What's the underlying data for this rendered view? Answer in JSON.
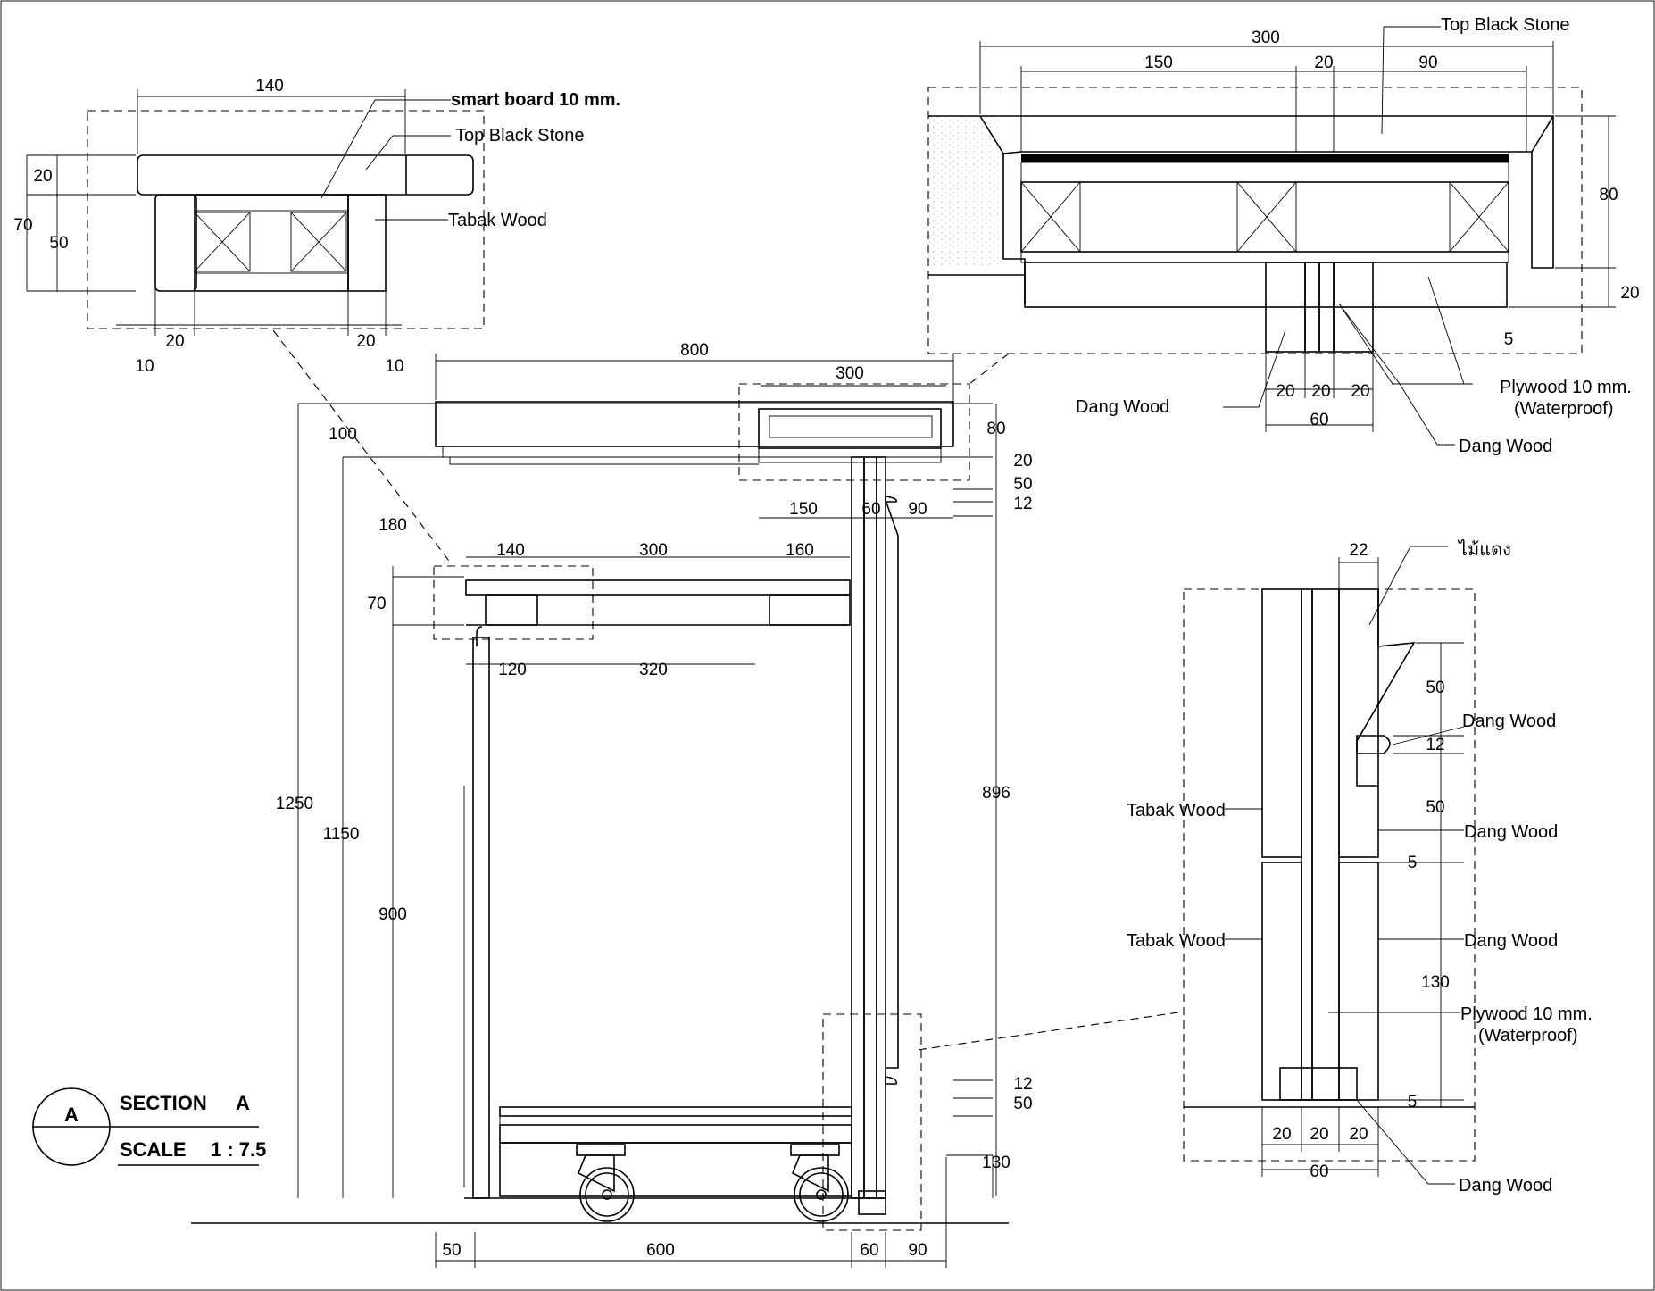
{
  "title_block": {
    "section_letter": "A",
    "section_label": "SECTION",
    "section_id": "A",
    "scale_label": "SCALE",
    "scale_value": "1 : 7.5"
  },
  "labels": {
    "smart_board": "smart board 10 mm.",
    "top_black_stone": "Top Black Stone",
    "tabak_wood": "Tabak Wood",
    "dang_wood": "Dang Wood",
    "plywood": "Plywood 10 mm.",
    "waterproof": "(Waterproof)",
    "mai_daeng": "ไม้แดง"
  },
  "dims": {
    "d140": "140",
    "d20": "20",
    "d70": "70",
    "d50": "50",
    "d10": "10",
    "d300": "300",
    "d150": "150",
    "d90": "90",
    "d80": "80",
    "d5": "5",
    "d60": "60",
    "d800": "800",
    "d100": "100",
    "d180": "180",
    "d160": "160",
    "d120": "120",
    "d320": "320",
    "d12": "12",
    "d1250": "1250",
    "d1150": "1150",
    "d900": "900",
    "d896": "896",
    "d130": "130",
    "d22": "22",
    "d600": "600"
  }
}
